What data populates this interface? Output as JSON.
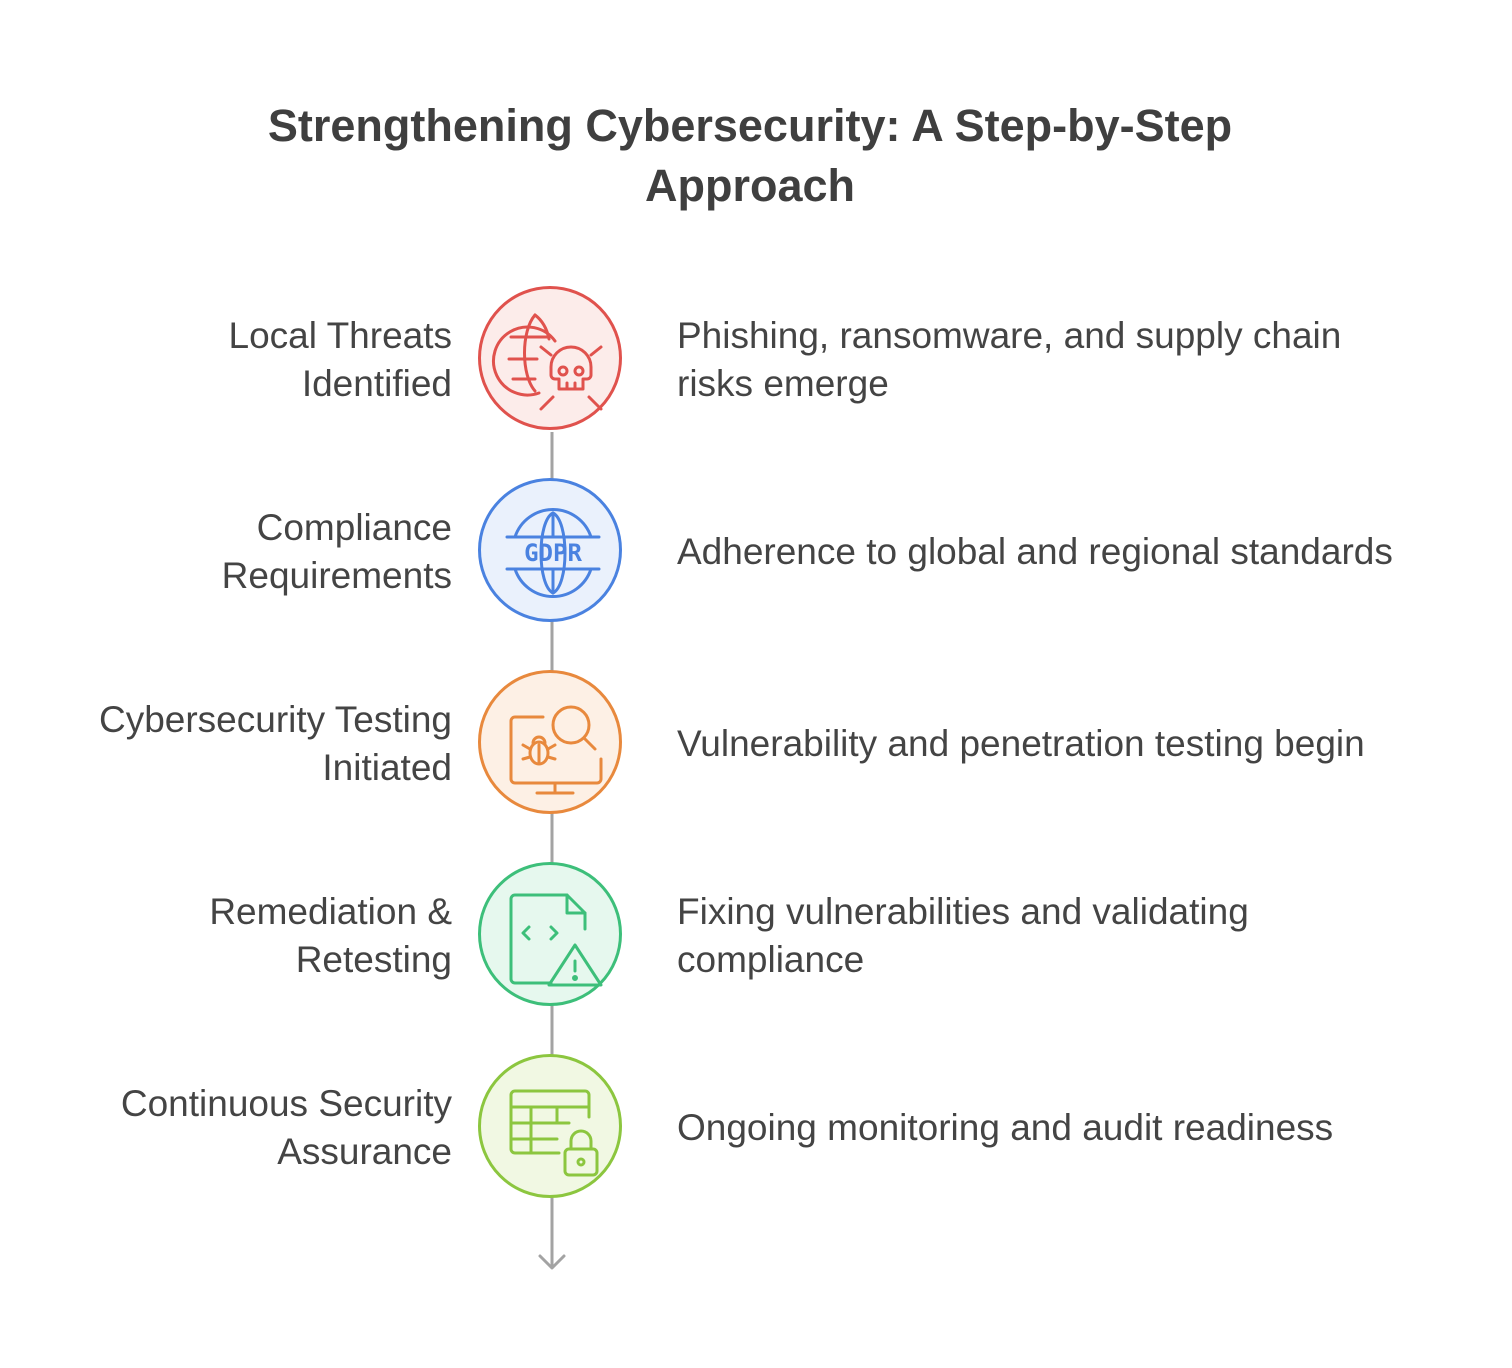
{
  "title": {
    "line1": "Strengthening Cybersecurity: A Step-by-Step",
    "line2": "Approach"
  },
  "steps": [
    {
      "label_line1": "Local Threats",
      "label_line2": "Identified",
      "desc_line1": "Phishing, ransomware, and supply chain",
      "desc_line2": "risks emerge",
      "icon": "globe-skull-icon",
      "color": "#e0524d",
      "fill": "#fcecea"
    },
    {
      "label_line1": "Compliance",
      "label_line2": "Requirements",
      "desc_line1": "Adherence to global and regional standards",
      "desc_line2": "",
      "icon": "gdpr-globe-icon",
      "icon_text": "GDPR",
      "color": "#4a82e0",
      "fill": "#eaf1fc"
    },
    {
      "label_line1": "Cybersecurity Testing",
      "label_line2": "Initiated",
      "desc_line1": "Vulnerability and penetration testing begin",
      "desc_line2": "",
      "icon": "monitor-bug-search-icon",
      "color": "#e8893d",
      "fill": "#fdf0e5"
    },
    {
      "label_line1": "Remediation &",
      "label_line2": "Retesting",
      "desc_line1": "Fixing vulnerabilities and validating",
      "desc_line2": "compliance",
      "icon": "code-file-warning-icon",
      "color": "#3dbf7a",
      "fill": "#e6f8ee"
    },
    {
      "label_line1": "Continuous Security",
      "label_line2": "Assurance",
      "desc_line1": "Ongoing monitoring and audit readiness",
      "desc_line2": "",
      "icon": "table-lock-icon",
      "color": "#8cc63f",
      "fill": "#f1f8e3"
    }
  ],
  "connector_color": "#a3a3a3"
}
